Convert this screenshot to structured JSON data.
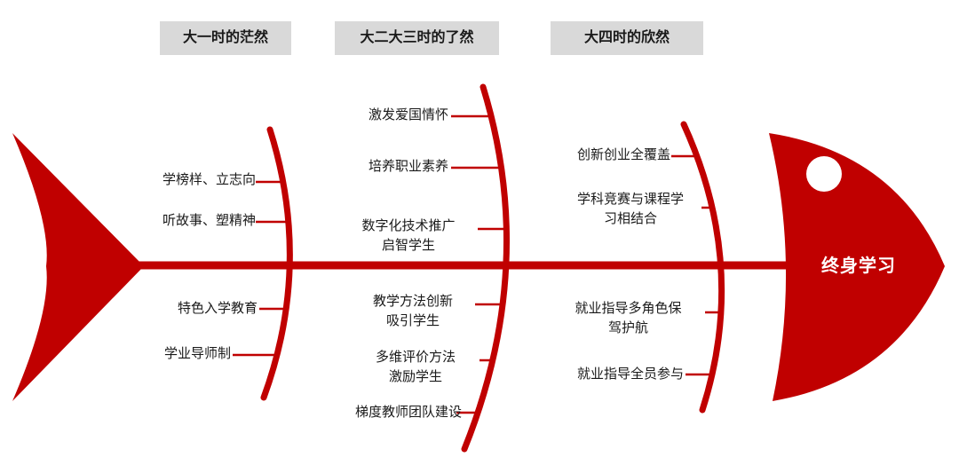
{
  "diagram": {
    "type": "fishbone",
    "colors": {
      "bone_red": "#c00000",
      "header_bg": "#d9d9d9",
      "text": "#1a1a1a",
      "eye": "#ffffff"
    }
  },
  "headers": {
    "phase1": "大一时的茫然",
    "phase2": "大二大三时的了然",
    "phase3": "大四时的欣然"
  },
  "fish_head": {
    "label": "终身学习"
  },
  "labels": {
    "s1t1": "学榜样、立志向",
    "s1t2": "听故事、塑精神",
    "s1b1": "特色入学教育",
    "s1b2": "学业导师制",
    "s2t1": "激发爱国情怀",
    "s2t2": "培养职业素养",
    "s2t3": "数字化技术推广\n启智学生",
    "s2b1": "教学方法创新\n吸引学生",
    "s2b2": "多维评价方法\n激励学生",
    "s2b3": "梯度教师团队建设",
    "s3t1": "创新创业全覆盖",
    "s3t2": "学科竞赛与课程学\n习相结合",
    "s3b1": "就业指导多角色保\n驾护航",
    "s3b2": "就业指导全员参与"
  }
}
